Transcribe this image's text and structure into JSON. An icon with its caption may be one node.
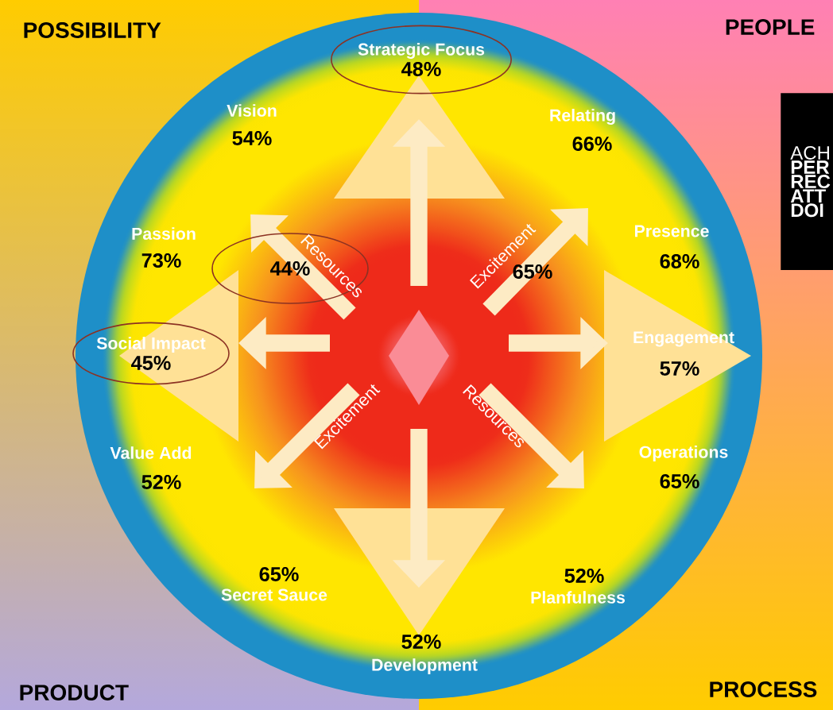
{
  "diagram": {
    "nodes": [
      {
        "text": [
          "Strategic Focus",
          "48%"
        ]
      },
      {
        "text": [
          "ACH",
          "PER REC ATT DOI"
        ]
      },
      {
        "text": [
          "44%"
        ]
      },
      {
        "text": [
          "Social Impact",
          "45%"
        ]
      }
    ],
    "labels": [
      "POSSIBILITY",
      "PEOPLE",
      "Vision",
      "54%",
      "Relating",
      "66%",
      "Passion",
      "73%",
      "Resources",
      "Excitement",
      "65%",
      "Presence",
      "68%",
      "Engagement",
      "57%",
      "Excitement",
      "Resources",
      "Value Add",
      "52%",
      "Operations",
      "65%",
      "65%",
      "Secret Sauce",
      "52%",
      "Planfulness",
      "52%",
      "Development",
      "PRODUCT",
      "PROCESS"
    ]
  }
}
